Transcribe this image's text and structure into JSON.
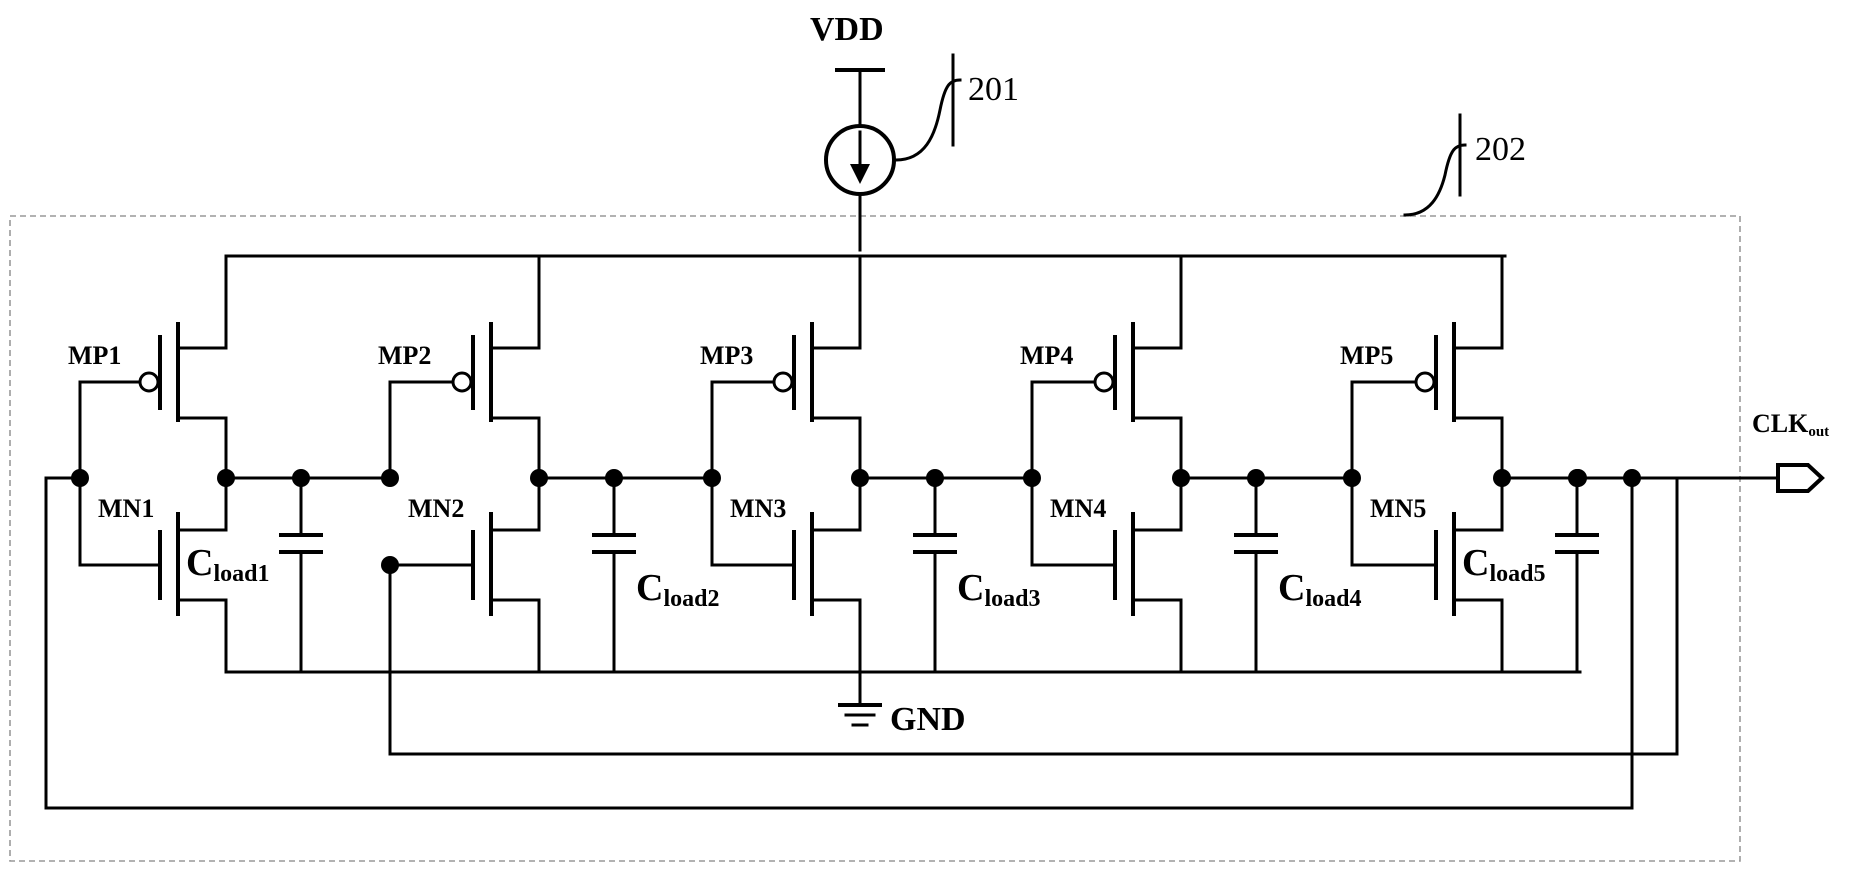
{
  "supply_label": "VDD",
  "ground_label": "GND",
  "output": {
    "label_main": "CLK",
    "label_sub": "out"
  },
  "ref_current_source": "201",
  "ref_ring": "202",
  "stages": [
    {
      "pmos": "MP1",
      "nmos": "MN1",
      "cap_main": "C",
      "cap_sub": "load1"
    },
    {
      "pmos": "MP2",
      "nmos": "MN2",
      "cap_main": "C",
      "cap_sub": "load2"
    },
    {
      "pmos": "MP3",
      "nmos": "MN3",
      "cap_main": "C",
      "cap_sub": "load3"
    },
    {
      "pmos": "MP4",
      "nmos": "MN4",
      "cap_main": "C",
      "cap_sub": "load4"
    },
    {
      "pmos": "MP5",
      "nmos": "MN5",
      "cap_main": "C",
      "cap_sub": "load5"
    }
  ]
}
